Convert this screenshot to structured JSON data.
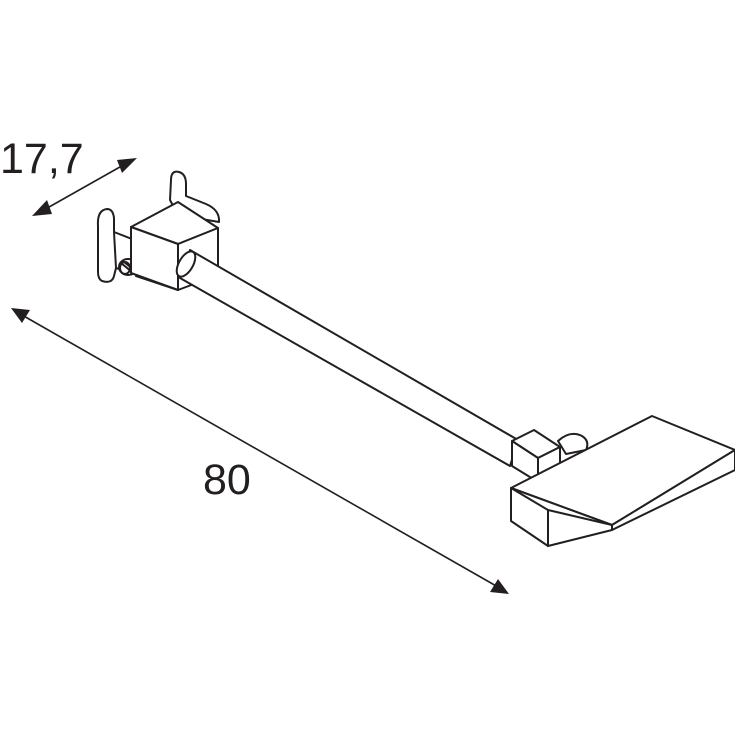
{
  "drawing": {
    "dimensions": [
      {
        "id": "depth",
        "label": "17,7"
      },
      {
        "id": "length",
        "label": "80"
      }
    ]
  }
}
